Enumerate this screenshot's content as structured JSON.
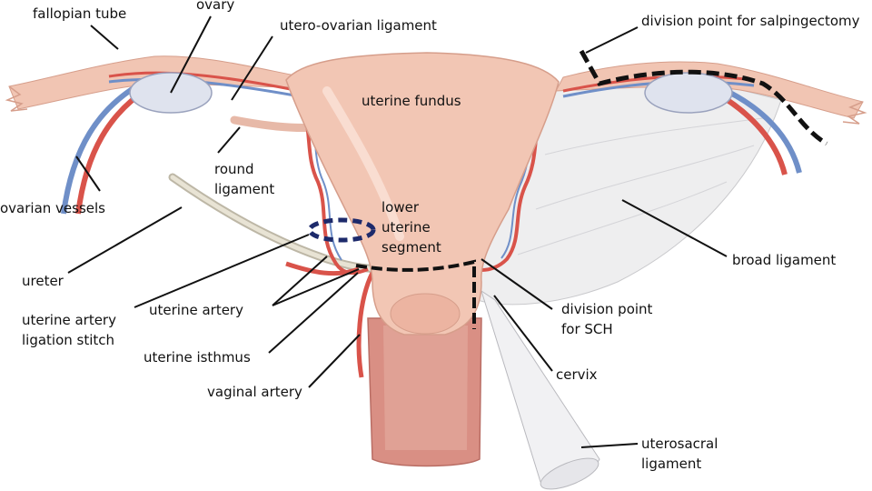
{
  "labels": {
    "fallopian_tube": "fallopian tube",
    "ovary": "ovary",
    "utero_ovarian_ligament": "utero-ovarian ligament",
    "division_point_salpingectomy": "division point for salpingectomy",
    "uterine_fundus": "uterine fundus",
    "round_ligament_line1": "round",
    "round_ligament_line2": "ligament",
    "ovarian_vessels": "ovarian vessels",
    "lower_uterine_segment_line1": "lower",
    "lower_uterine_segment_line2": "uterine",
    "lower_uterine_segment_line3": "segment",
    "broad_ligament": "broad ligament",
    "ureter": "ureter",
    "uterine_artery": "uterine artery",
    "division_point_sch_line1": "division point",
    "division_point_sch_line2": "for SCH",
    "uterine_artery_ligation_line1": "uterine artery",
    "uterine_artery_ligation_line2": "ligation stitch",
    "uterine_isthmus": "uterine isthmus",
    "cervix": "cervix",
    "vaginal_artery": "vaginal artery",
    "uterosacral_ligament_line1": "uterosacral",
    "uterosacral_ligament_line2": "ligament"
  },
  "colors": {
    "uterus": "#f2c6b4",
    "uterus_shadow": "#e2a996",
    "vagina": "#d98f84",
    "artery": "#d9534a",
    "vein": "#6f8fc8",
    "ovary": "#dfe3ee",
    "broad_ligament": "#eeeeef",
    "ureter": "#d9d4c4",
    "leader_line": "#111111",
    "ligation_stitch": "#1d2a6b"
  }
}
